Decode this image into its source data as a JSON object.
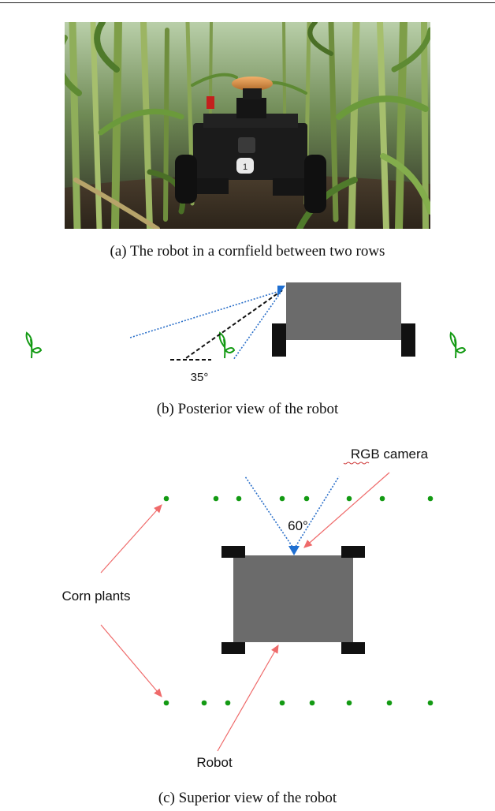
{
  "panel_a": {
    "caption": "(a)  The robot in a cornfield between two rows",
    "photo_label": "1"
  },
  "panel_b": {
    "caption": "(b)  Posterior view of the robot",
    "angle_label": "35°"
  },
  "panel_c": {
    "caption": "(c)  Superior view of the robot",
    "angle_label": "60°",
    "camera_label": "RGB camera",
    "plants_label": "Corn plants",
    "robot_label": "Robot"
  },
  "colors": {
    "plant_green": "#139a13",
    "robot_gray": "#6b6b6b",
    "wheel_black": "#111111",
    "camera_blue": "#1f6fd1",
    "fov_blue": "#2a6fc9",
    "arrow_red": "#ef6a6a"
  }
}
